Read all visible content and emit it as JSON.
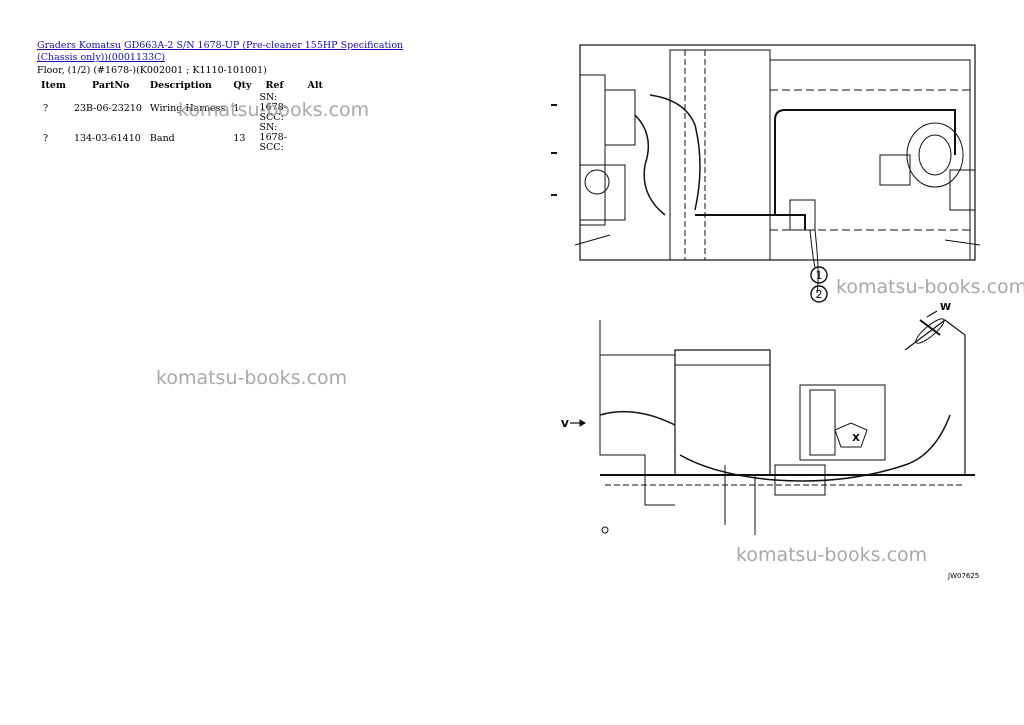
{
  "breadcrumb": {
    "link1": "Graders Komatsu",
    "link2": "GD663A-2 S/N 1678-UP (Pre-cleaner 155HP Specification (Chassis only))(0001133C)"
  },
  "subtitle": "Floor, (1/2) (#1678-)(K002001 ; K1110-101001)",
  "table": {
    "headers": [
      "Item",
      "PartNo",
      "Description",
      "Qty",
      "Ref",
      "Alt"
    ],
    "rows": [
      {
        "item": "?",
        "partno": "23B-06-23210",
        "description": "Wiring Harness",
        "qty": "1",
        "ref": "SN: 1678-SCC:",
        "alt": ""
      },
      {
        "item": "?",
        "partno": "134-03-61410",
        "description": "Band",
        "qty": "13",
        "ref": "SN: 1678-SCC:",
        "alt": ""
      }
    ]
  },
  "watermark": "komatsu-books.com",
  "diagram": {
    "callouts": [
      "1",
      "2"
    ],
    "view_labels": [
      "W",
      "V",
      "X"
    ],
    "drawing_number": "JW07625"
  }
}
